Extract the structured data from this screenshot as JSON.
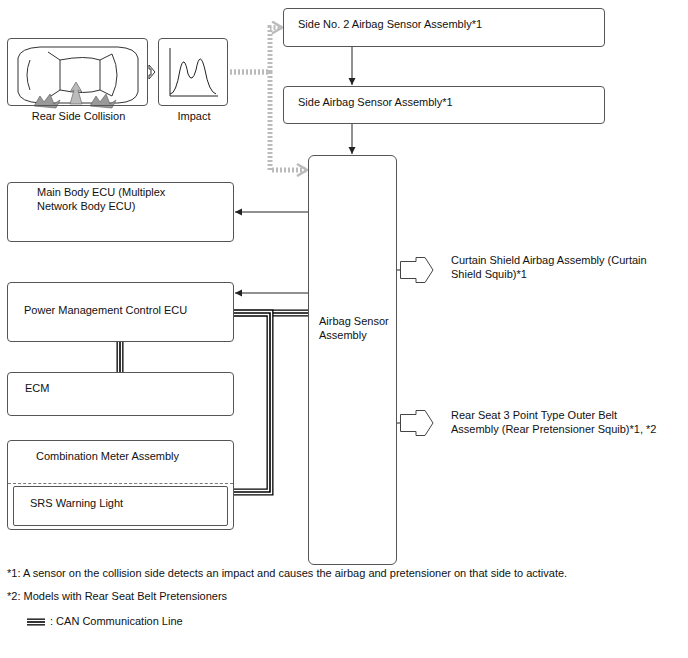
{
  "diagram": {
    "nodes": [
      {
        "text": [
          "Rear Side Collision"
        ]
      },
      {
        "text": [
          "Impact"
        ]
      },
      {
        "text": [
          "Side No. 2 Airbag Sensor Assembly*1"
        ]
      },
      {
        "text": [
          "Side Airbag Sensor Assembly*1"
        ]
      },
      {
        "text": [
          "Main Body ECU (Multiplex Network Body ECU)"
        ]
      },
      {
        "text": [
          "Power Management Control ECU"
        ]
      },
      {
        "text": [
          "Airbag Sensor Assembly"
        ]
      },
      {
        "text": [
          "ECM"
        ]
      },
      {
        "text": [
          "Combination Meter Assembly"
        ]
      },
      {
        "text": [
          "SRS Warning Light"
        ],
        "in": 8
      },
      {
        "text": [
          "Curtain Shield Airbag Assembly (Curtain Shield Squib)*1"
        ]
      },
      {
        "text": [
          "Rear Seat 3 Point Type Outer Belt Assembly (Rear Pretensioner Squib)*1, *2"
        ]
      }
    ],
    "edges": [
      {
        "from": 0,
        "to": 1,
        "arrow": "to"
      },
      {
        "from": 1,
        "to": 2,
        "arrow": "to"
      },
      {
        "from": 1,
        "to": 6,
        "arrow": "to"
      },
      {
        "from": 2,
        "to": 3,
        "arrow": "to"
      },
      {
        "from": 3,
        "to": 6,
        "arrow": "to"
      },
      {
        "from": 6,
        "to": 4,
        "arrow": "to"
      },
      {
        "from": 6,
        "to": 5,
        "arrow": "to"
      },
      {
        "from": 5,
        "to": 7,
        "arrow": "none"
      },
      {
        "from": 5,
        "to": 6,
        "arrow": "none"
      },
      {
        "from": 5,
        "to": 8,
        "arrow": "none"
      },
      {
        "from": 6,
        "to": 10,
        "arrow": "none"
      },
      {
        "from": 6,
        "to": 11,
        "arrow": "none"
      }
    ],
    "labels": [
      "*1: A sensor on the collision side detects an impact and causes the airbag and pretensioner on that side to activate.",
      "*2: Models with Rear Seat Belt Pretensioners"
    ],
    "legend": [
      {
        "text": ": CAN Communication Line"
      }
    ]
  }
}
